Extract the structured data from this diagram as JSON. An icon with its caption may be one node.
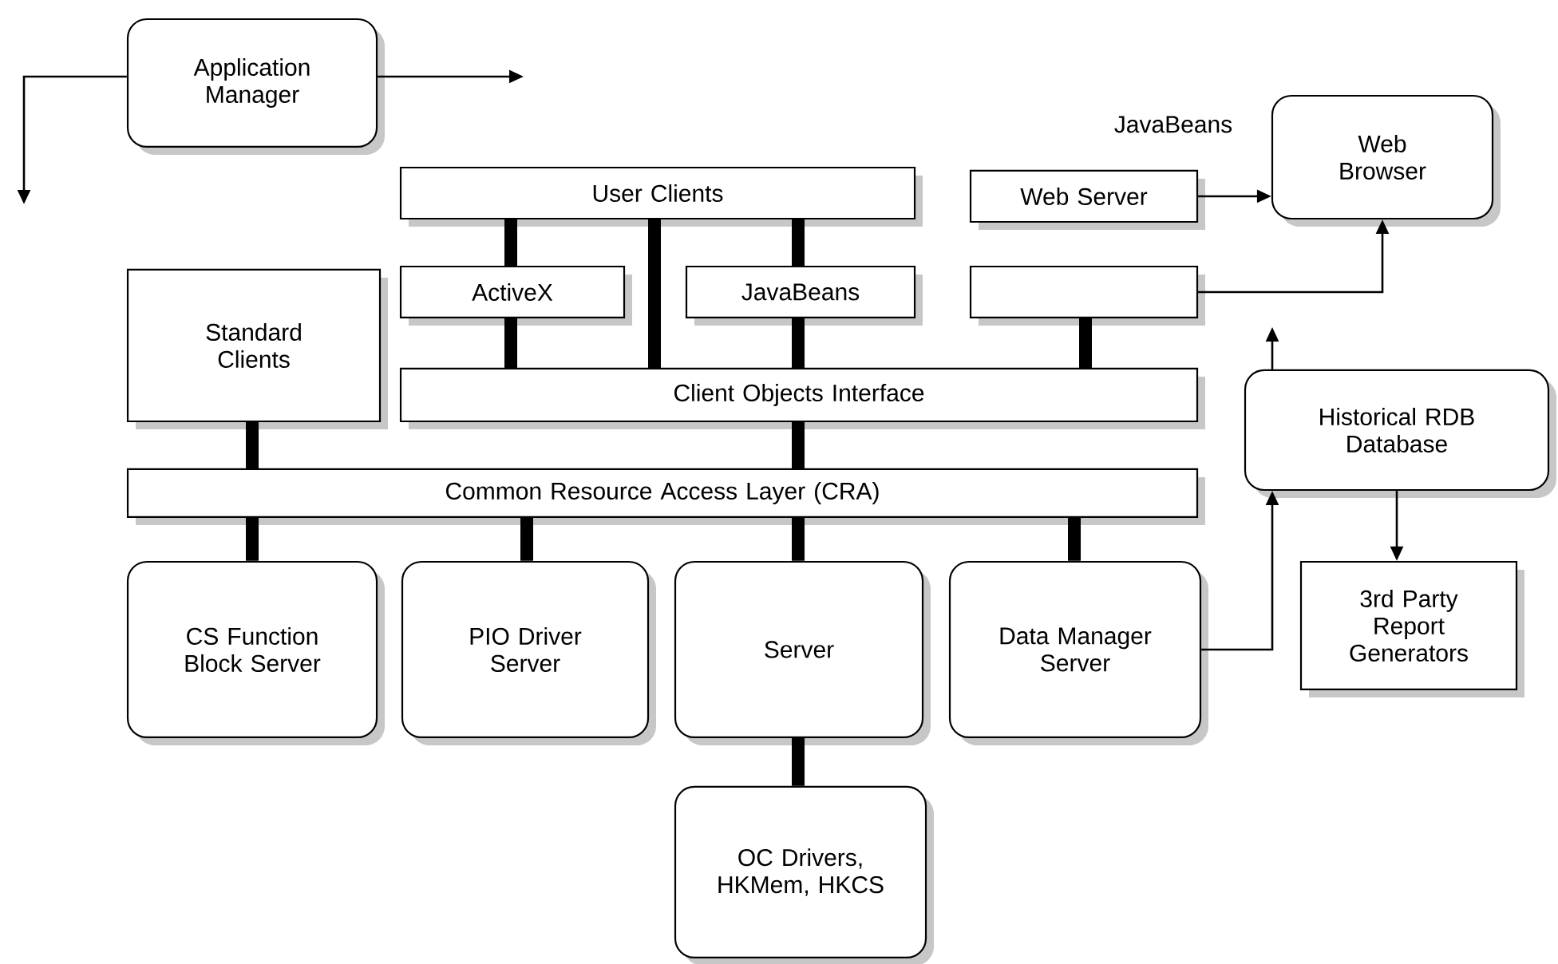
{
  "diagram": {
    "nodes": [
      {
        "text": [
          "Application Manager"
        ]
      },
      {
        "text": [
          "Web Browser"
        ],
        "beside": [
          "JavaBeans"
        ]
      },
      {
        "text": [
          "User Clients"
        ]
      },
      {
        "text": [
          "Web Server"
        ]
      },
      {
        "text": [
          "ActiveX"
        ]
      },
      {
        "text": [
          "JavaBeans"
        ]
      },
      {
        "text": [],
        "shape": "box"
      },
      {
        "text": [
          "Standard Clients"
        ]
      },
      {
        "text": [
          "Client Objects Interface"
        ]
      },
      {
        "text": [
          "Historical RDB Database"
        ]
      },
      {
        "text": [
          "Common Resource Access Layer (CRA)"
        ]
      },
      {
        "text": [
          "CS Function Block Server"
        ]
      },
      {
        "text": [
          "PIO Driver Server"
        ]
      },
      {
        "text": [
          "Server"
        ]
      },
      {
        "text": [
          "Data Manager Server"
        ]
      },
      {
        "text": [
          "3rd Party Report Generators"
        ]
      },
      {
        "text": [
          "OC Drivers, HKMem, HKCS"
        ]
      }
    ],
    "edges": [
      {
        "from": 0,
        "to": null,
        "arrow": "to"
      },
      {
        "from": 0,
        "to": null,
        "arrow": "to"
      },
      {
        "from": 2,
        "to": 4,
        "arrow": "none"
      },
      {
        "from": 4,
        "to": 8,
        "arrow": "none"
      },
      {
        "from": 2,
        "to": 8,
        "arrow": "none"
      },
      {
        "from": 2,
        "to": 5,
        "arrow": "none"
      },
      {
        "from": 5,
        "to": 8,
        "arrow": "none"
      },
      {
        "from": 6,
        "to": 8,
        "arrow": "none"
      },
      {
        "from": 3,
        "to": 1,
        "arrow": "to"
      },
      {
        "from": 6,
        "to": 1,
        "arrow": "to"
      },
      {
        "from": 7,
        "to": 10,
        "arrow": "none"
      },
      {
        "from": 8,
        "to": 10,
        "arrow": "none"
      },
      {
        "from": 10,
        "to": 11,
        "arrow": "none"
      },
      {
        "from": 10,
        "to": 12,
        "arrow": "none"
      },
      {
        "from": 10,
        "to": 13,
        "arrow": "none"
      },
      {
        "from": 10,
        "to": 14,
        "arrow": "none"
      },
      {
        "from": 13,
        "to": 16,
        "arrow": "none"
      },
      {
        "from": 14,
        "to": 9,
        "arrow": "to"
      },
      {
        "from": 9,
        "to": null,
        "arrow": "to"
      },
      {
        "from": 9,
        "to": 15,
        "arrow": "to"
      }
    ]
  }
}
